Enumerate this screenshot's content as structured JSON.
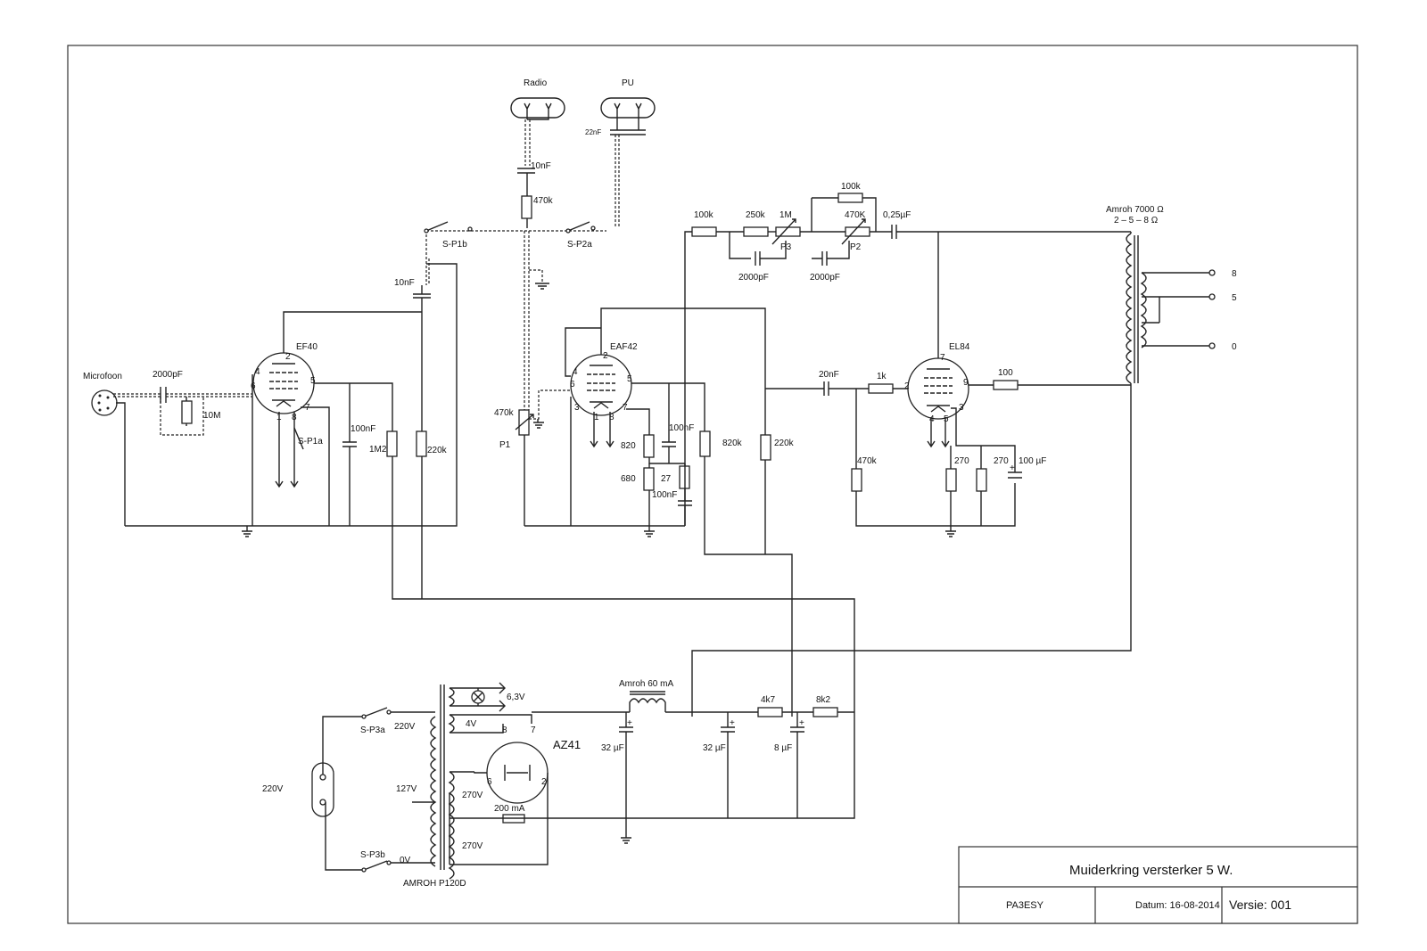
{
  "labels": {
    "radio": "Radio",
    "pu": "PU",
    "c_22nf": "22nF",
    "c_10nf_top": "10nF",
    "r_470k_top": "470k",
    "sp1b": "S-P1b",
    "sp2a": "S-P2a",
    "c_10nf_mid": "10nF",
    "ef40": "EF40",
    "microfoon": "Microfoon",
    "c_2000pf_in": "2000pF",
    "r_10m": "10M",
    "sp1a": "S-P1a",
    "c_100nf_a": "100nF",
    "r_1m2": "1M2",
    "r_220k_a": "220k",
    "p1_val": "470k",
    "p1": "P1",
    "eaf42": "EAF42",
    "r_820": "820",
    "c_100nf_b": "100nF",
    "r_680": "680",
    "r_27": "27",
    "c_100nf_c": "100nF",
    "r_820k": "820k",
    "r_220k_b": "220k",
    "r_100k_a": "100k",
    "r_250k": "250k",
    "p3_val": "1M",
    "p3": "P3",
    "r_100k_b": "100k",
    "p2_val": "470K",
    "p2": "P2",
    "c_025uf": "0,25µF",
    "c_2000pf_a": "2000pF",
    "c_2000pf_b": "2000pF",
    "ot_name": "Amroh 7000 Ω",
    "ot_taps": "2 – 5 – 8 Ω",
    "tap8": "8",
    "tap5": "5",
    "tap0": "0",
    "el84": "EL84",
    "c_20nf": "20nF",
    "r_1k": "1k",
    "r_100": "100",
    "r_470k_el": "470k",
    "r_270_a": "270",
    "r_270_b": "270",
    "c_100uf": "100 µF",
    "choke": "Amroh 60 mA",
    "v63": "6,3V",
    "v4": "4V",
    "az41": "AZ41",
    "r_200ma": "200 mA",
    "c_32uf_a": "32 µF",
    "c_32uf_b": "32 µF",
    "c_8uf": "8 µF",
    "r_4k7": "4k7",
    "r_8k2": "8k2",
    "sp3a": "S-P3a",
    "sp3b": "S-P3b",
    "v220": "220V",
    "v127": "127V",
    "v0": "0V",
    "mains": "220V",
    "v270_a": "270V",
    "v270_b": "270V",
    "transformer": "AMROH P120D"
  },
  "pins": {
    "ef40_2": "2",
    "ef40_4": "4",
    "ef40_5": "5",
    "ef40_6": "6",
    "ef40_7": "7",
    "ef40_1": "1",
    "ef40_8": "8",
    "eaf_2": "2",
    "eaf_4": "4",
    "eaf_5": "5",
    "eaf_6": "6",
    "eaf_3": "3",
    "eaf_1": "1",
    "eaf_8": "8",
    "eaf_7": "7",
    "el_7": "7",
    "el_2": "2",
    "el_9": "9",
    "el_3": "3",
    "el_4": "4",
    "el_5": "5",
    "az_8": "8",
    "az_7": "7",
    "az_6": "6",
    "az_2": "2"
  },
  "title_block": {
    "title": "Muiderkring versterker 5 W.",
    "author": "PA3ESY",
    "date": "Datum: 16-08-2014",
    "version": "Versie: 001"
  }
}
